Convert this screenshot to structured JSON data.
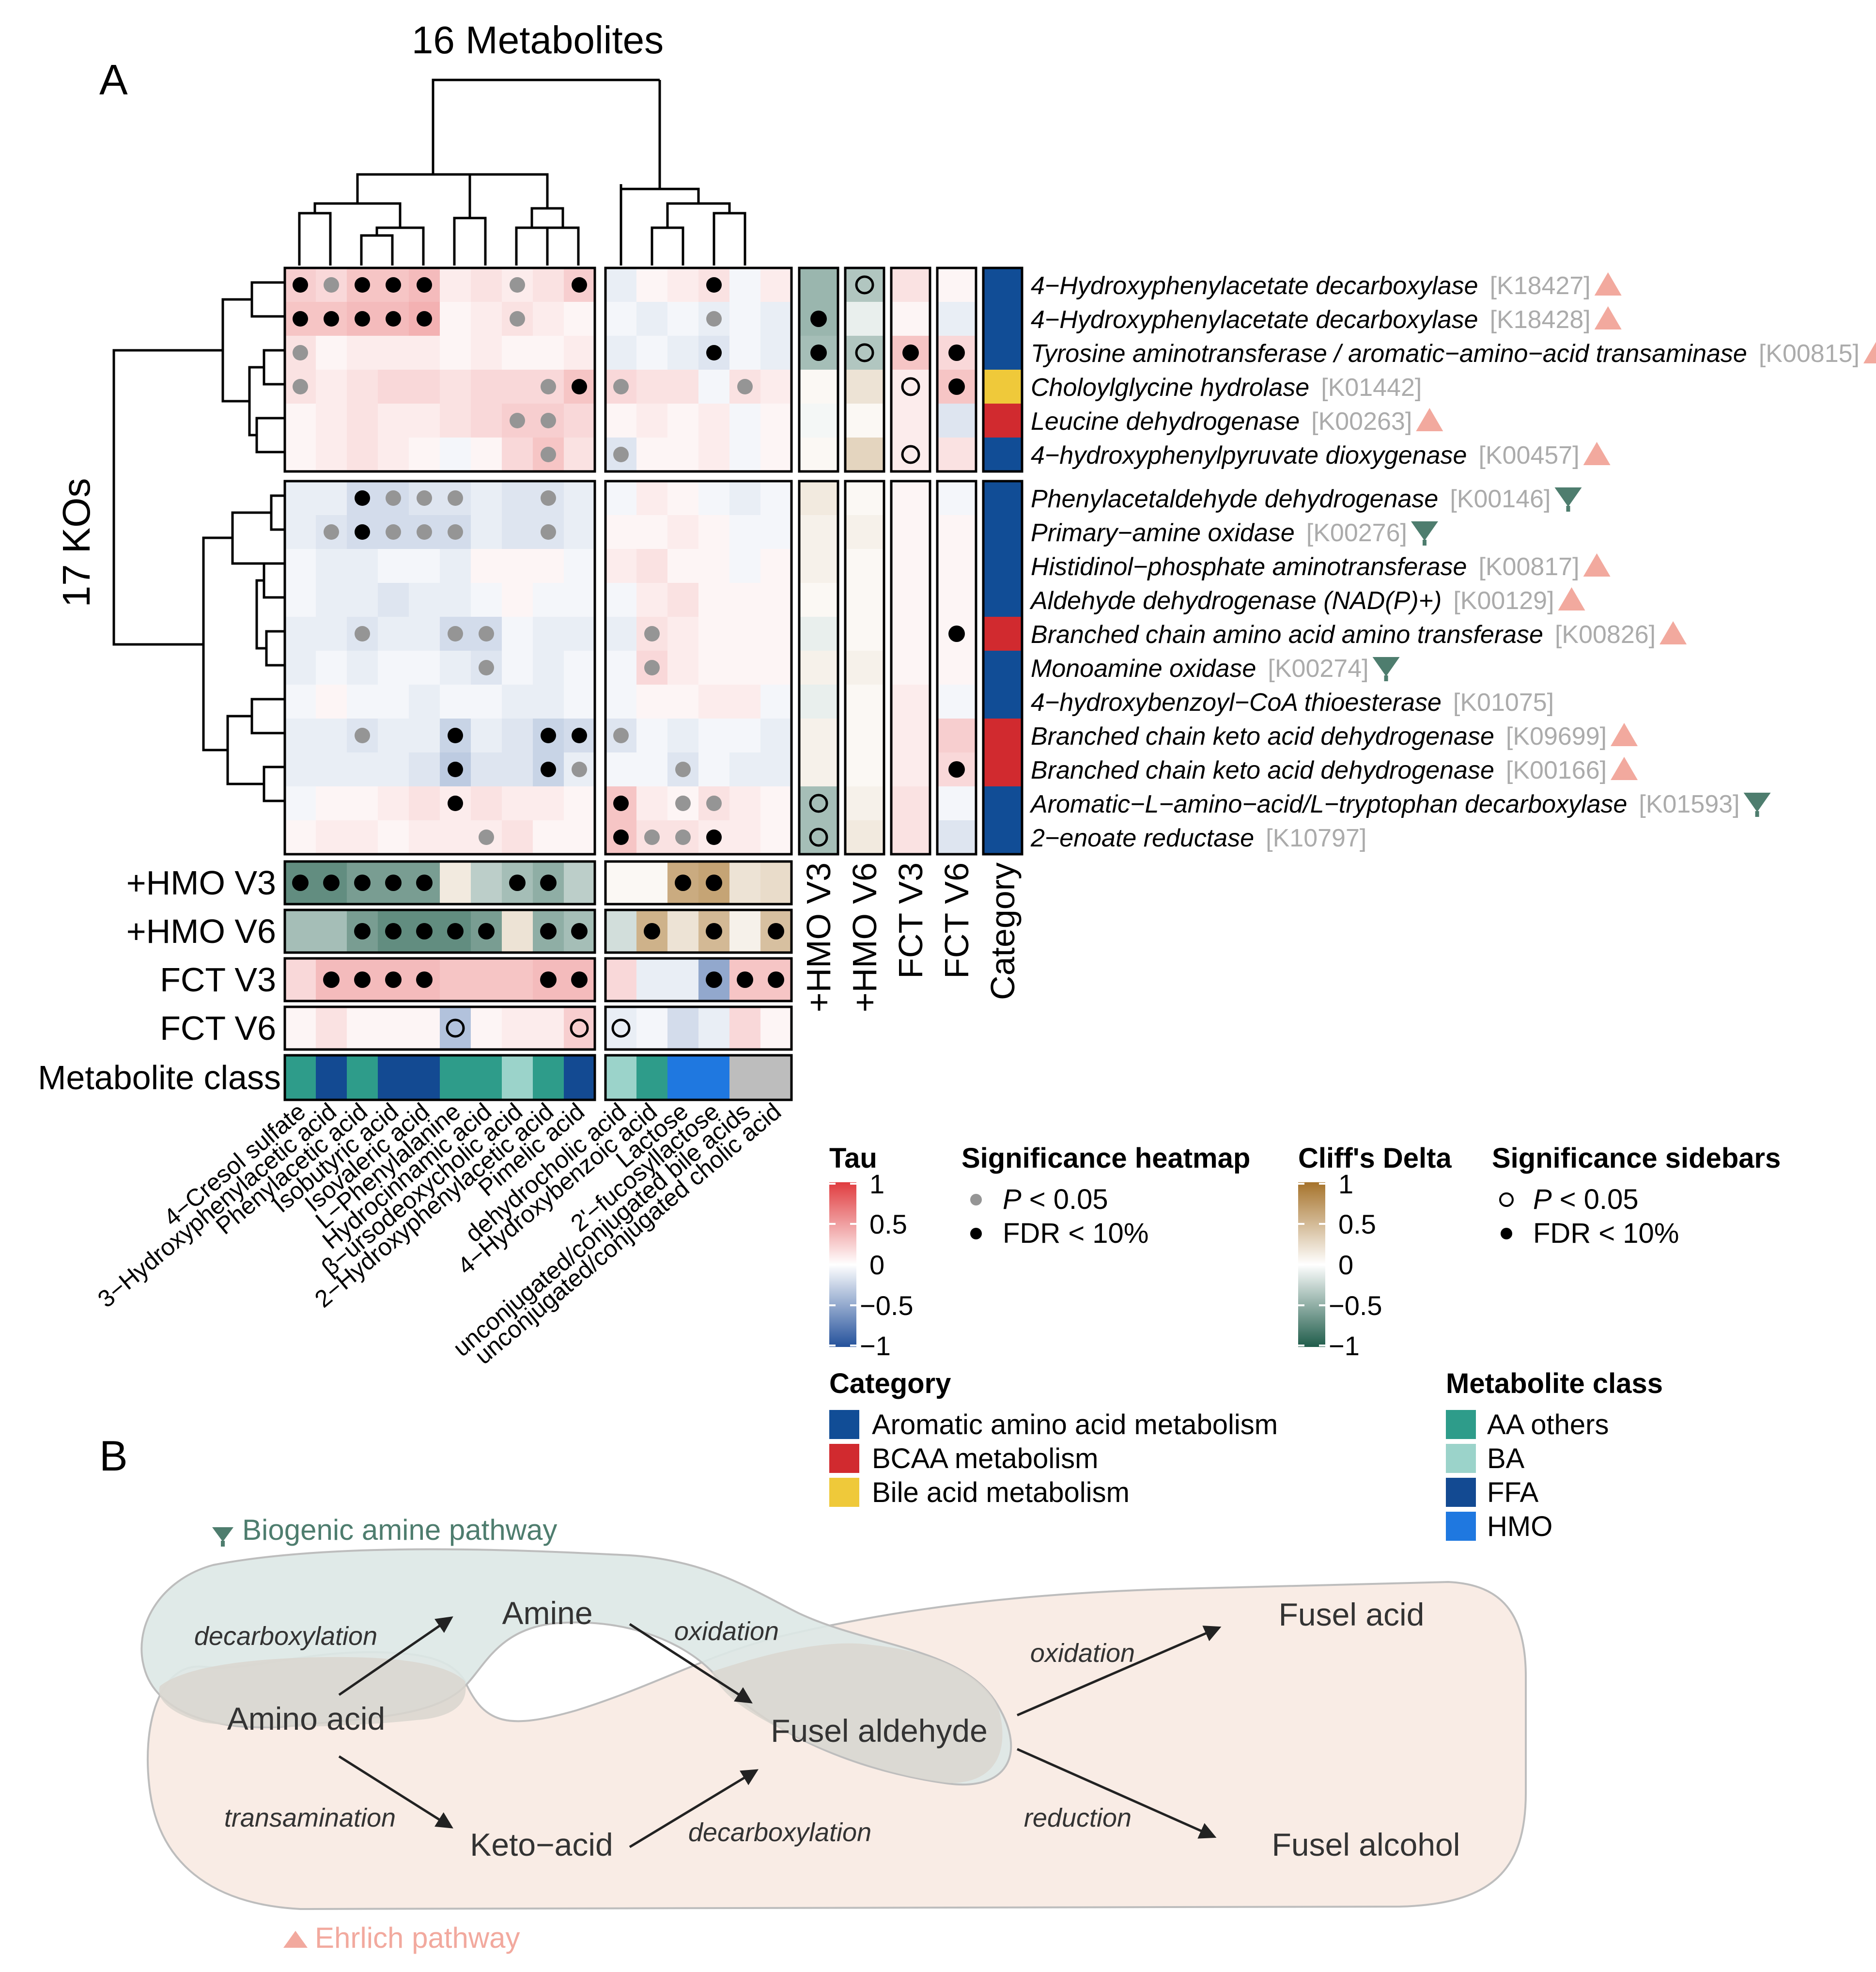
{
  "panel_a": {
    "label": "A",
    "metabolites_title": "16 Metabolites",
    "kos_title": "17 KOs",
    "metabolites": [
      "4−Cresol sulfate",
      "3−Hydroxyphenylacetic acid",
      "Phenylacetic acid",
      "Isobutyric acid",
      "Isovaleric acid",
      "L−Phenylalanine",
      "Hydrocinnamic acid",
      "β−ursodeoxycholic acid",
      "2−Hydroxyphenylacetic acid",
      "Pimelic acid",
      "dehydrocholic acid",
      "4−Hydroxybenzoic acid",
      "Lactose",
      "2'−fucosyllactose",
      "unconjugated/conjugated bile acids",
      "unconjugated/conjugated cholic acid"
    ],
    "metabolite_classes": [
      "AA others",
      "FFA",
      "AA others",
      "FFA",
      "FFA",
      "AA others",
      "AA others",
      "BA",
      "AA others",
      "FFA",
      "BA",
      "AA others",
      "HMO",
      "HMO",
      "Other",
      "Other"
    ],
    "kos": [
      {
        "name": "4−Hydroxyphenylacetate decarboxylase",
        "id": "[K18427]",
        "pathway": "ehrlich",
        "category": "Aromatic amino acid metabolism"
      },
      {
        "name": "4−Hydroxyphenylacetate decarboxylase",
        "id": "[K18428]",
        "pathway": "ehrlich",
        "category": "Aromatic amino acid metabolism"
      },
      {
        "name": "Tyrosine aminotransferase / aromatic−amino−acid transaminase",
        "id": "[K00815]",
        "pathway": "ehrlich",
        "category": "Aromatic amino acid metabolism"
      },
      {
        "name": "Choloylglycine hydrolase",
        "id": "[K01442]",
        "pathway": "",
        "category": "Bile acid metabolism"
      },
      {
        "name": "Leucine dehydrogenase",
        "id": "[K00263]",
        "pathway": "ehrlich",
        "category": "BCAA metabolism"
      },
      {
        "name": "4−hydroxyphenylpyruvate dioxygenase",
        "id": "[K00457]",
        "pathway": "ehrlich",
        "category": "Aromatic amino acid metabolism"
      },
      {
        "name": "Phenylacetaldehyde dehydrogenase",
        "id": "[K00146]",
        "pathway": "biogenic",
        "category": "Aromatic amino acid metabolism"
      },
      {
        "name": "Primary−amine oxidase",
        "id": "[K00276]",
        "pathway": "biogenic",
        "category": "Aromatic amino acid metabolism"
      },
      {
        "name": "Histidinol−phosphate aminotransferase",
        "id": "[K00817]",
        "pathway": "ehrlich",
        "category": "Aromatic amino acid metabolism"
      },
      {
        "name": "Aldehyde dehydrogenase (NAD(P)+)",
        "id": "[K00129]",
        "pathway": "ehrlich",
        "category": "Aromatic amino acid metabolism"
      },
      {
        "name": "Branched chain amino acid amino transferase",
        "id": "[K00826]",
        "pathway": "ehrlich",
        "category": "BCAA metabolism"
      },
      {
        "name": "Monoamine oxidase",
        "id": "[K00274]",
        "pathway": "biogenic",
        "category": "Aromatic amino acid metabolism"
      },
      {
        "name": "4−hydroxybenzoyl−CoA thioesterase",
        "id": "[K01075]",
        "pathway": "",
        "category": "Aromatic amino acid metabolism"
      },
      {
        "name": "Branched chain keto acid dehydrogenase",
        "id": "[K09699]",
        "pathway": "ehrlich",
        "category": "BCAA metabolism"
      },
      {
        "name": "Branched chain keto acid dehydrogenase",
        "id": "[K00166]",
        "pathway": "ehrlich",
        "category": "BCAA metabolism"
      },
      {
        "name": "Aromatic−L−amino−acid/L−tryptophan decarboxylase",
        "id": "[K01593]",
        "pathway": "biogenic",
        "category": "Aromatic amino acid metabolism"
      },
      {
        "name": "2−enoate reductase",
        "id": "[K10797]",
        "pathway": "",
        "category": "Aromatic amino acid metabolism"
      }
    ],
    "tau": [
      [
        0.25,
        0.2,
        0.3,
        0.3,
        0.35,
        0.1,
        0.15,
        0.1,
        0.15,
        0.25,
        -0.1,
        0.05,
        0.1,
        0.15,
        -0.05,
        0.1
      ],
      [
        0.3,
        0.3,
        0.35,
        0.35,
        0.4,
        0.05,
        0.1,
        0.15,
        0.1,
        0.05,
        -0.05,
        -0.1,
        -0.05,
        -0.1,
        -0.05,
        -0.1
      ],
      [
        0.15,
        0.05,
        0.1,
        0.1,
        0.1,
        0.05,
        0.1,
        0.05,
        0.05,
        0.1,
        -0.1,
        -0.05,
        -0.1,
        -0.15,
        -0.05,
        -0.1
      ],
      [
        0.15,
        0.1,
        0.15,
        0.2,
        0.2,
        0.15,
        0.2,
        0.2,
        0.2,
        0.3,
        0.2,
        0.15,
        0.15,
        -0.05,
        0.15,
        0.1
      ],
      [
        0.05,
        0.1,
        0.15,
        0.1,
        0.1,
        0.15,
        0.2,
        0.25,
        0.25,
        0.2,
        0.05,
        0.1,
        0.05,
        0.1,
        -0.05,
        0.05
      ],
      [
        0.05,
        0.1,
        0.15,
        0.1,
        0.05,
        -0.05,
        0.05,
        0.2,
        0.3,
        0.15,
        -0.15,
        0.05,
        0.05,
        0.1,
        -0.05,
        0.05
      ],
      [
        -0.1,
        -0.1,
        -0.2,
        -0.2,
        -0.15,
        -0.15,
        -0.1,
        -0.15,
        -0.15,
        -0.1,
        -0.05,
        0.1,
        0.05,
        -0.05,
        -0.1,
        -0.05
      ],
      [
        -0.1,
        -0.15,
        -0.2,
        -0.2,
        -0.2,
        -0.2,
        -0.1,
        -0.15,
        -0.15,
        -0.1,
        0.05,
        0.05,
        0.1,
        0.05,
        -0.05,
        -0.05
      ],
      [
        -0.05,
        -0.1,
        -0.1,
        -0.05,
        -0.05,
        -0.1,
        0.05,
        0.05,
        0.05,
        -0.05,
        0.1,
        0.15,
        0.05,
        0.05,
        -0.05,
        0.05
      ],
      [
        -0.05,
        -0.1,
        -0.1,
        -0.15,
        -0.1,
        -0.1,
        -0.05,
        0.05,
        -0.05,
        -0.05,
        -0.05,
        0.1,
        0.15,
        0.05,
        0.05,
        0.05
      ],
      [
        -0.1,
        -0.1,
        -0.15,
        -0.1,
        -0.1,
        -0.2,
        -0.2,
        -0.05,
        -0.1,
        -0.1,
        -0.1,
        0.15,
        0.1,
        0.05,
        0.05,
        0.05
      ],
      [
        -0.1,
        -0.05,
        -0.1,
        -0.05,
        -0.05,
        -0.1,
        -0.15,
        -0.05,
        -0.1,
        -0.05,
        -0.05,
        0.2,
        0.1,
        0.05,
        0.05,
        0.05
      ],
      [
        -0.05,
        0.05,
        -0.05,
        -0.05,
        -0.1,
        -0.05,
        -0.05,
        -0.1,
        -0.1,
        -0.05,
        -0.05,
        0.05,
        0.05,
        0.1,
        0.1,
        -0.05
      ],
      [
        -0.1,
        -0.1,
        -0.15,
        -0.1,
        -0.1,
        -0.25,
        -0.1,
        -0.15,
        -0.25,
        -0.2,
        -0.15,
        -0.05,
        -0.1,
        -0.05,
        -0.05,
        -0.1
      ],
      [
        -0.1,
        -0.1,
        -0.1,
        -0.1,
        -0.15,
        -0.3,
        -0.15,
        -0.15,
        -0.25,
        -0.1,
        -0.05,
        -0.05,
        -0.15,
        -0.05,
        -0.1,
        -0.1
      ],
      [
        -0.05,
        0.05,
        0.05,
        0.1,
        0.15,
        0.1,
        0.15,
        0.1,
        0.1,
        0.05,
        0.3,
        0.1,
        0.05,
        0.15,
        0.1,
        0.05
      ],
      [
        0.05,
        0.1,
        0.1,
        0.05,
        0.1,
        0.1,
        0.1,
        0.15,
        0.05,
        0.05,
        0.3,
        0.15,
        0.15,
        0.1,
        0.1,
        0.05
      ]
    ],
    "sig": [
      [
        2,
        1,
        2,
        2,
        2,
        0,
        0,
        1,
        0,
        2,
        0,
        0,
        0,
        2,
        0,
        0
      ],
      [
        2,
        2,
        2,
        2,
        2,
        0,
        0,
        1,
        0,
        0,
        0,
        0,
        0,
        1,
        0,
        0
      ],
      [
        1,
        0,
        0,
        0,
        0,
        0,
        0,
        0,
        0,
        0,
        0,
        0,
        0,
        2,
        0,
        0
      ],
      [
        1,
        0,
        0,
        0,
        0,
        0,
        0,
        0,
        1,
        2,
        1,
        0,
        0,
        0,
        1,
        0
      ],
      [
        0,
        0,
        0,
        0,
        0,
        0,
        0,
        1,
        1,
        0,
        0,
        0,
        0,
        0,
        0,
        0
      ],
      [
        0,
        0,
        0,
        0,
        0,
        0,
        0,
        0,
        1,
        0,
        1,
        0,
        0,
        0,
        0,
        0
      ],
      [
        0,
        0,
        2,
        1,
        1,
        1,
        0,
        0,
        1,
        0,
        0,
        0,
        0,
        0,
        0,
        0
      ],
      [
        0,
        1,
        2,
        1,
        1,
        1,
        0,
        0,
        1,
        0,
        0,
        0,
        0,
        0,
        0,
        0
      ],
      [
        0,
        0,
        0,
        0,
        0,
        0,
        0,
        0,
        0,
        0,
        0,
        0,
        0,
        0,
        0,
        0
      ],
      [
        0,
        0,
        0,
        0,
        0,
        0,
        0,
        0,
        0,
        0,
        0,
        0,
        0,
        0,
        0,
        0
      ],
      [
        0,
        0,
        1,
        0,
        0,
        1,
        1,
        0,
        0,
        0,
        0,
        1,
        0,
        0,
        0,
        0
      ],
      [
        0,
        0,
        0,
        0,
        0,
        0,
        1,
        0,
        0,
        0,
        0,
        1,
        0,
        0,
        0,
        0
      ],
      [
        0,
        0,
        0,
        0,
        0,
        0,
        0,
        0,
        0,
        0,
        0,
        0,
        0,
        0,
        0,
        0
      ],
      [
        0,
        0,
        1,
        0,
        0,
        2,
        0,
        0,
        2,
        2,
        1,
        0,
        0,
        0,
        0,
        0
      ],
      [
        0,
        0,
        0,
        0,
        0,
        2,
        0,
        0,
        2,
        1,
        0,
        0,
        1,
        0,
        0,
        0
      ],
      [
        0,
        0,
        0,
        0,
        0,
        2,
        0,
        0,
        0,
        0,
        2,
        0,
        1,
        1,
        0,
        0
      ],
      [
        0,
        0,
        0,
        0,
        0,
        0,
        1,
        0,
        0,
        0,
        2,
        1,
        1,
        2,
        0,
        0
      ]
    ],
    "bottom_rows": [
      {
        "label": "+HMO V3",
        "kind": "delta",
        "values": [
          -0.7,
          -0.7,
          -0.6,
          -0.6,
          -0.6,
          0.15,
          -0.3,
          -0.4,
          -0.5,
          -0.3,
          0.05,
          0.05,
          0.6,
          0.65,
          0.2,
          0.25
        ],
        "sig": [
          2,
          2,
          2,
          2,
          2,
          0,
          0,
          2,
          2,
          0,
          0,
          0,
          2,
          2,
          0,
          0
        ]
      },
      {
        "label": "+HMO V6",
        "kind": "delta",
        "values": [
          -0.4,
          -0.4,
          -0.6,
          -0.7,
          -0.7,
          -0.7,
          -0.6,
          0.2,
          -0.5,
          -0.4,
          -0.2,
          0.55,
          0.2,
          0.5,
          0.1,
          0.45
        ],
        "sig": [
          0,
          0,
          2,
          2,
          2,
          2,
          2,
          0,
          2,
          2,
          0,
          2,
          0,
          2,
          0,
          2
        ]
      },
      {
        "label": "FCT V3",
        "kind": "tau",
        "values": [
          0.2,
          0.35,
          0.35,
          0.35,
          0.35,
          0.3,
          0.3,
          0.3,
          0.35,
          0.35,
          0.2,
          -0.1,
          -0.1,
          -0.5,
          0.3,
          0.3
        ],
        "sig": [
          0,
          2,
          2,
          2,
          2,
          0,
          0,
          0,
          2,
          2,
          0,
          0,
          0,
          2,
          2,
          2
        ]
      },
      {
        "label": "FCT V6",
        "kind": "tau",
        "values": [
          0.05,
          0.15,
          0.05,
          0.05,
          0.05,
          -0.35,
          0.05,
          0.1,
          0.1,
          0.25,
          -0.1,
          -0.05,
          -0.2,
          -0.1,
          0.2,
          0.05
        ],
        "sig": [
          0,
          0,
          0,
          0,
          0,
          1,
          0,
          0,
          0,
          1,
          1,
          0,
          0,
          0,
          0,
          0
        ]
      }
    ],
    "metabolite_class_label": "Metabolite class",
    "side_columns": [
      {
        "label": "+HMO V3",
        "kind": "delta",
        "values": [
          -0.45,
          -0.45,
          -0.4,
          0.05,
          -0.05,
          0.05,
          0.15,
          0.1,
          0.1,
          0.05,
          -0.1,
          0.1,
          -0.1,
          0.1,
          0.1,
          -0.4,
          -0.4
        ],
        "sig": [
          0,
          2,
          2,
          0,
          0,
          0,
          0,
          0,
          0,
          0,
          0,
          0,
          0,
          0,
          0,
          1,
          1
        ]
      },
      {
        "label": "+HMO V6",
        "kind": "delta",
        "values": [
          -0.35,
          -0.1,
          -0.35,
          0.2,
          0.05,
          0.3,
          0.05,
          0.1,
          0.05,
          0.05,
          0.05,
          0.1,
          0.05,
          0.05,
          0.05,
          0.1,
          0.15
        ],
        "sig": [
          1,
          0,
          1,
          0,
          0,
          0,
          0,
          0,
          0,
          0,
          0,
          0,
          0,
          0,
          0,
          0,
          0
        ]
      },
      {
        "label": "FCT V3",
        "kind": "tau",
        "values": [
          0.15,
          0.05,
          0.3,
          0.1,
          0.1,
          0.1,
          0.05,
          0.05,
          0.05,
          0.05,
          0.05,
          0.05,
          0.1,
          0.1,
          0.1,
          0.15,
          0.15
        ],
        "sig": [
          0,
          0,
          2,
          1,
          0,
          1,
          0,
          0,
          0,
          0,
          0,
          0,
          0,
          0,
          0,
          0,
          0
        ]
      },
      {
        "label": "FCT V6",
        "kind": "tau",
        "values": [
          0.05,
          -0.1,
          0.2,
          0.3,
          -0.15,
          0.15,
          -0.05,
          0.05,
          0.05,
          0.05,
          0.05,
          0.05,
          -0.05,
          0.25,
          0.2,
          -0.05,
          -0.15
        ],
        "sig": [
          0,
          0,
          2,
          2,
          0,
          0,
          0,
          0,
          0,
          0,
          2,
          0,
          0,
          0,
          2,
          0,
          0
        ]
      }
    ],
    "category_label": "Category",
    "legends": {
      "tau": {
        "title": "Tau",
        "ticks": [
          "1",
          "0.5",
          "0",
          "−0.5",
          "−1"
        ]
      },
      "sig_heatmap": {
        "title": "Significance heatmap",
        "p_prefix": "P",
        "p_suffix": " < 0.05",
        "fdr": "FDR < 10%"
      },
      "delta": {
        "title": "Cliff's Delta",
        "ticks": [
          "1",
          "0.5",
          "0",
          "−0.5",
          "−1"
        ]
      },
      "sig_sidebars": {
        "title": "Significance sidebars",
        "p_prefix": "P",
        "p_suffix": " < 0.05",
        "fdr": "FDR < 10%"
      },
      "category": {
        "title": "Category",
        "items": [
          {
            "label": "Aromatic amino acid metabolism",
            "color": "#114D96"
          },
          {
            "label": "BCAA metabolism",
            "color": "#D12A2F"
          },
          {
            "label": "Bile acid metabolism",
            "color": "#EFC93A"
          }
        ]
      },
      "metabolite_class": {
        "title": "Metabolite class",
        "items": [
          {
            "label": "AA others",
            "color": "#2E9C8A"
          },
          {
            "label": "BA",
            "color": "#9BD3CA"
          },
          {
            "label": "FFA",
            "color": "#134A92"
          },
          {
            "label": "HMO",
            "color": "#1F78E0"
          }
        ],
        "other_color": "#BDBDBD"
      }
    },
    "colors": {
      "tau_pos": "#E03C3F",
      "tau_neg": "#24519B",
      "delta_pos": "#A6732B",
      "delta_neg": "#1F5C4A",
      "biogenic": "#4E7D6E",
      "ehrlich": "#F2A99E",
      "sig_p": "#959595"
    }
  },
  "panel_b": {
    "label": "B",
    "biogenic_label": "Biogenic amine pathway",
    "ehrlich_label": "Ehrlich pathway",
    "nodes": {
      "amino_acid": "Amino acid",
      "amine": "Amine",
      "keto_acid": "Keto−acid",
      "fusel_aldehyde": "Fusel aldehyde",
      "fusel_acid": "Fusel acid",
      "fusel_alcohol": "Fusel alcohol"
    },
    "edges": {
      "decarboxylation_1": "decarboxylation",
      "oxidation_1": "oxidation",
      "transamination": "transamination",
      "decarboxylation_2": "decarboxylation",
      "oxidation_2": "oxidation",
      "reduction": "reduction"
    }
  }
}
